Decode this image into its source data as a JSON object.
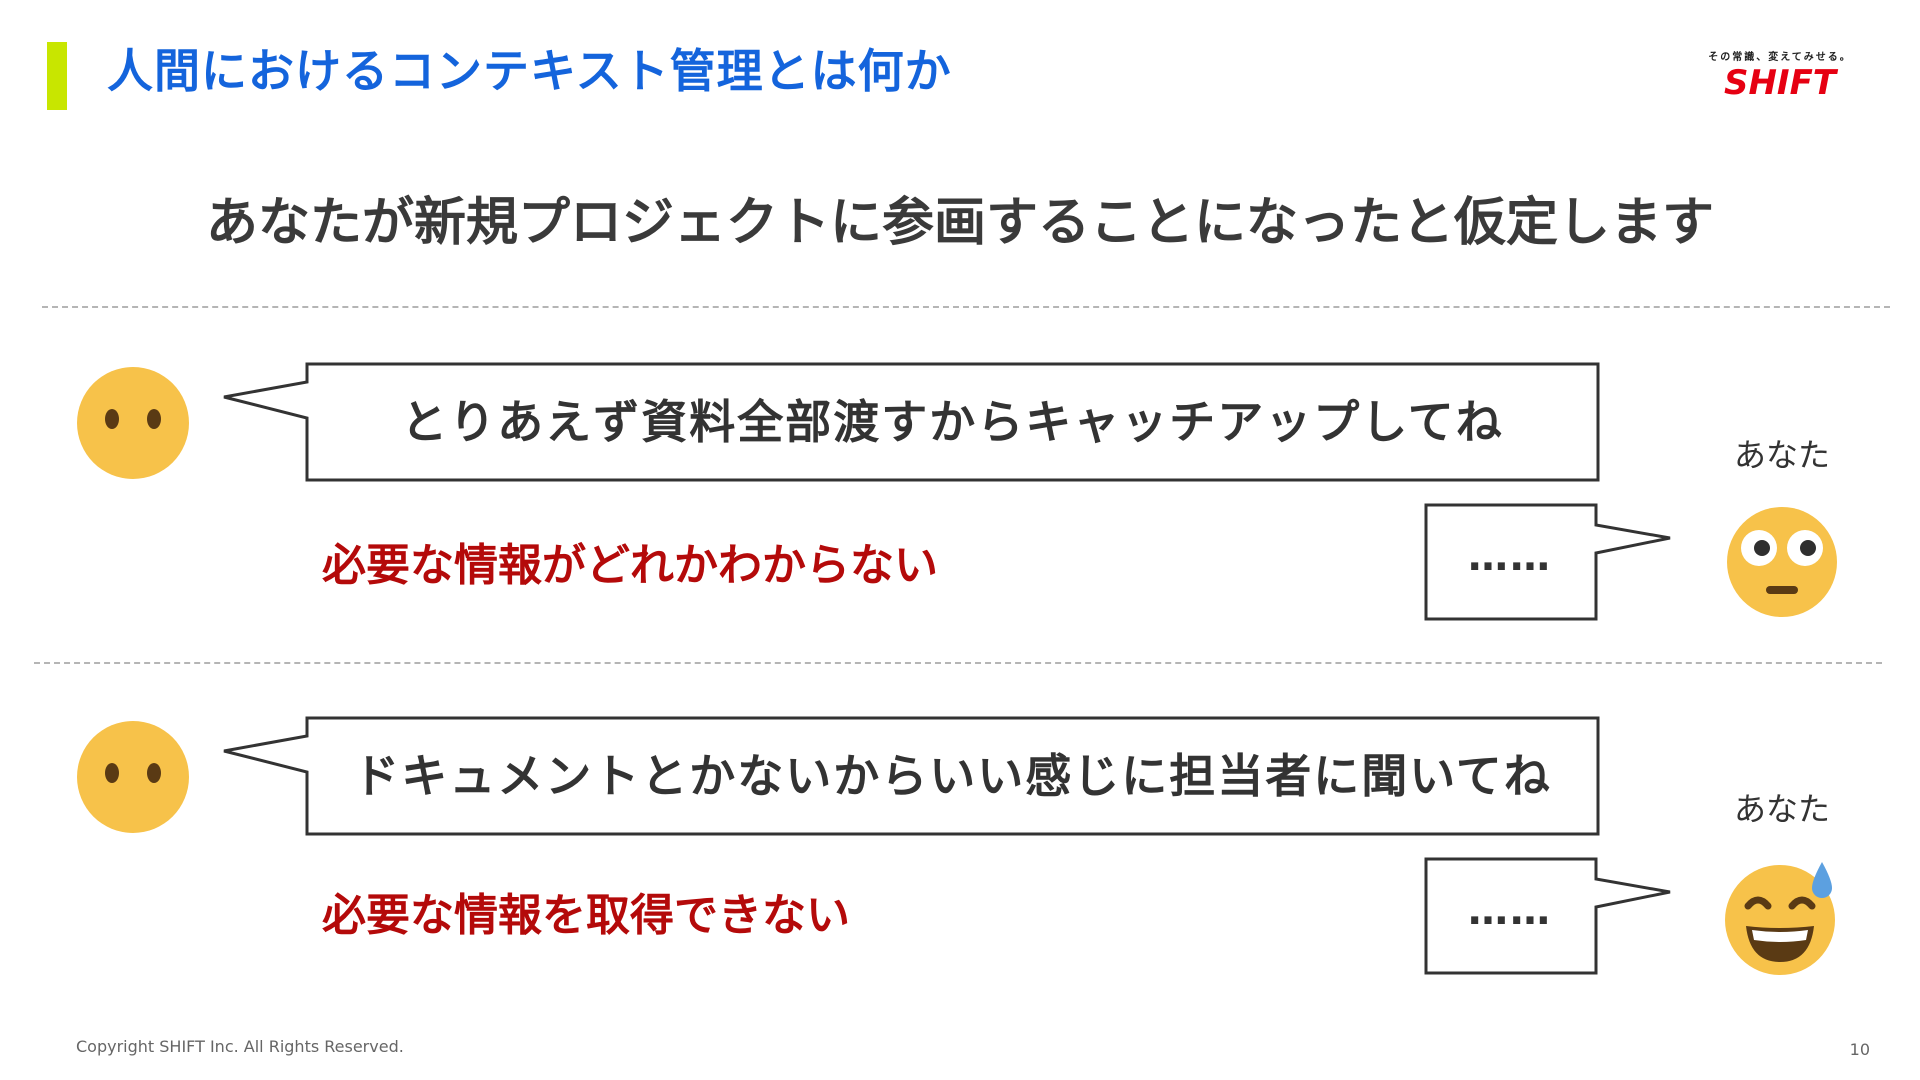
{
  "header": {
    "title": "人間におけるコンテキスト管理とは何か",
    "accent_color": "#c8e600",
    "title_color": "#1464dc"
  },
  "logo": {
    "tagline": "その常識、変えてみせる。",
    "wordmark": "SHIFT",
    "brand_color": "#e60012"
  },
  "subtitle": "あなたが新規プロジェクトに参画することになったと仮定します",
  "scenarios": [
    {
      "speaker_icon": "neutral-face-icon",
      "speech": "とりあえず資料全部渡すからキャッチアップしてね",
      "reply": "……",
      "you_label": "あなた",
      "you_icon": "flushed-face-icon",
      "problem": "必要な情報がどれかわからない"
    },
    {
      "speaker_icon": "neutral-face-icon",
      "speech": "ドキュメントとかないからいい感じに担当者に聞いてね",
      "reply": "……",
      "you_label": "あなた",
      "you_icon": "grinning-sweat-face-icon",
      "problem": "必要な情報を取得できない"
    }
  ],
  "problem_color": "#b40a0a",
  "footer": {
    "copyright": "Copyright SHIFT Inc. All Rights Reserved.",
    "page_number": "10"
  }
}
